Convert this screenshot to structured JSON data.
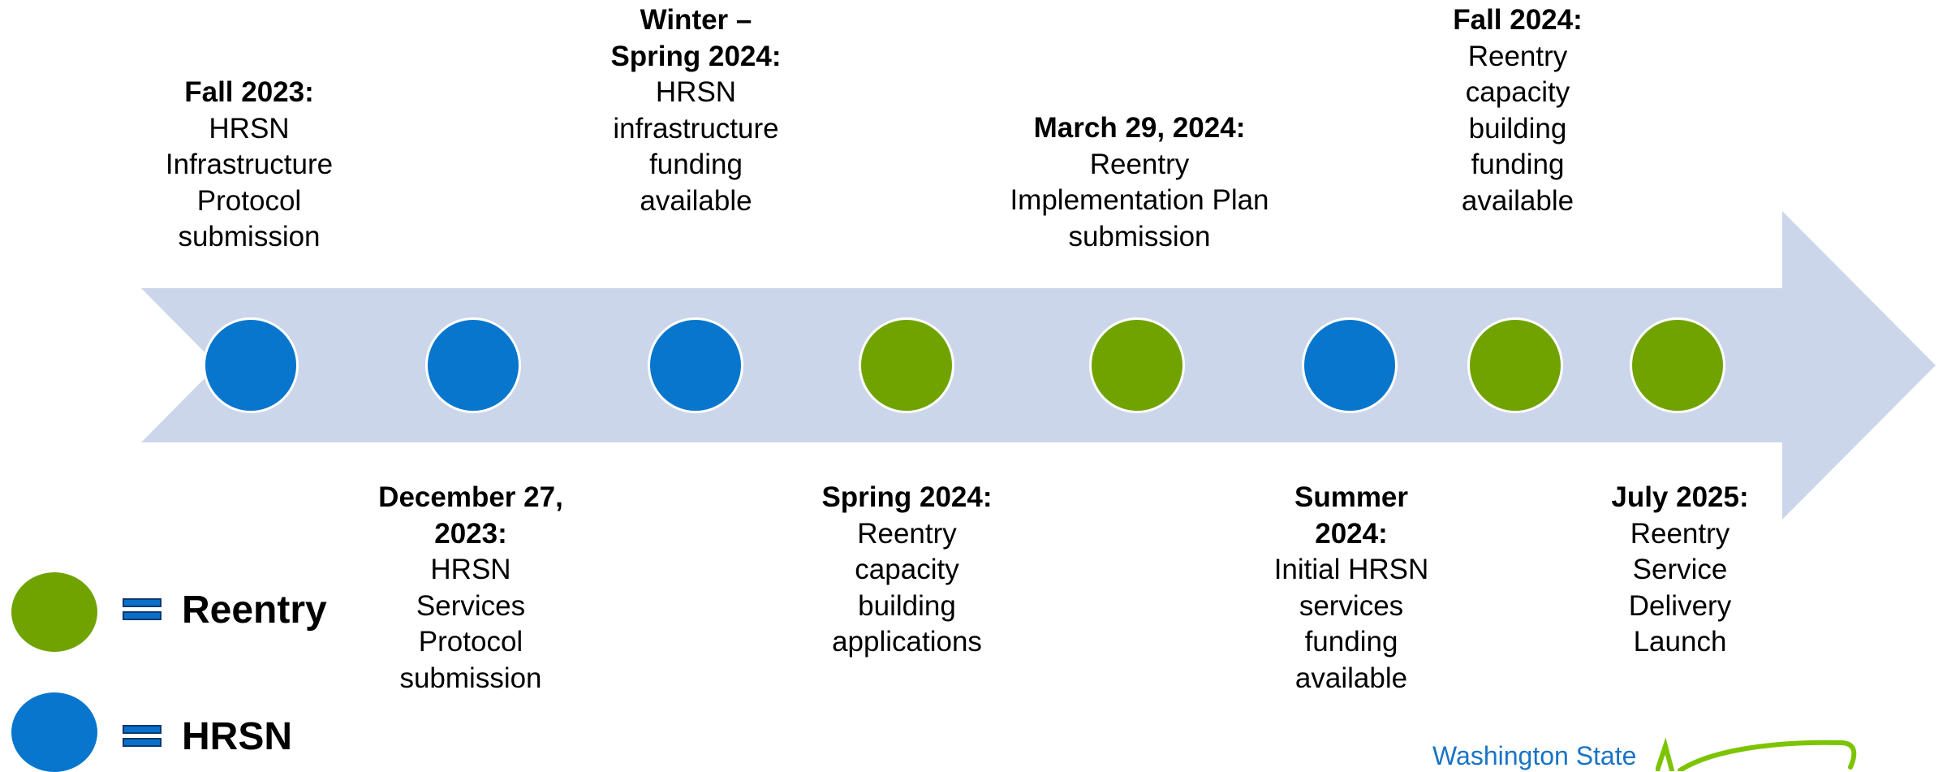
{
  "colors": {
    "arrow": "#ccd6ea",
    "reentry": "#70a300",
    "hrsn": "#0876cc",
    "logo_text": "#1a74c4",
    "logo_swoosh": "#7cc400"
  },
  "milestones": [
    {
      "category": "hrsn",
      "date": "Fall 2023:",
      "text": "HRSN Infrastructure Protocol submission"
    },
    {
      "category": "hrsn",
      "date": "December 27, 2023:",
      "text": "HRSN Services Protocol submission"
    },
    {
      "category": "hrsn",
      "date": "Winter – Spring 2024:",
      "text": "HRSN infrastructure funding available"
    },
    {
      "category": "reentry",
      "date": "Spring 2024:",
      "text": "Reentry capacity building applications"
    },
    {
      "category": "reentry",
      "date": "March 29, 2024:",
      "text": "Reentry Implementation Plan submission"
    },
    {
      "category": "hrsn",
      "date": "Summer 2024:",
      "text": "Initial HRSN services funding available"
    },
    {
      "category": "reentry",
      "date": "Fall 2024:",
      "text": "Reentry capacity building funding available"
    },
    {
      "category": "reentry",
      "date": "July 2025:",
      "text": "Reentry Service Delivery Launch"
    }
  ],
  "legend": {
    "reentry_label": "Reentry",
    "hrsn_label": "HRSN"
  },
  "logo": {
    "text": "Washington State"
  }
}
